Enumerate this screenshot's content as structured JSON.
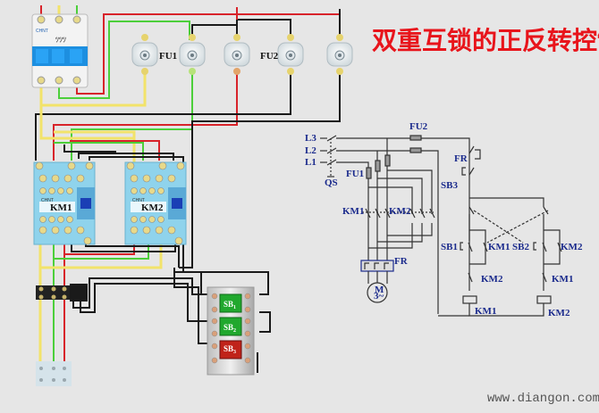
{
  "title": "双重互锁的正反转控制",
  "watermark": "www.diangon.com",
  "colors": {
    "title": "#e8141b",
    "schematic_label": "#1a2a8c",
    "wire_red": "#d8232a",
    "wire_yellow": "#f2e36a",
    "wire_green": "#4ccf3a",
    "wire_black": "#1a1a1a",
    "contactor_body": "#8fd3ec",
    "breaker_blue": "#1d8fe0",
    "sb1_green": "#21a82e",
    "sb3_red": "#c0231a"
  },
  "wiring": {
    "breaker_brand": "CHNT",
    "fuse_labels": {
      "fu1": "FU1",
      "fu2": "FU2"
    },
    "contactors": [
      {
        "label": "KM1",
        "brand": "CHNT"
      },
      {
        "label": "KM2",
        "brand": "CHNT"
      }
    ],
    "buttons": [
      {
        "label": "SB",
        "sub": "1",
        "color": "green"
      },
      {
        "label": "SB",
        "sub": "2",
        "color": "green"
      },
      {
        "label": "SB",
        "sub": "3",
        "color": "red"
      }
    ]
  },
  "schematic": {
    "phases": [
      "L3",
      "L2",
      "L1"
    ],
    "qs": "QS",
    "fu1": "FU1",
    "fu2": "FU2",
    "km1_main": "KM1",
    "km2_main": "KM2",
    "fr_main": "FR",
    "motor_line1": "M",
    "motor_line2": "3~",
    "fr_ctrl": "FR",
    "sb3": "SB3",
    "sb1": "SB1",
    "km1_hold": "KM1",
    "sb2": "SB2",
    "km2_hold": "KM2",
    "km2_interlock": "KM2",
    "km1_interlock": "KM1",
    "coil_km1": "KM1",
    "coil_km2": "KM2"
  }
}
